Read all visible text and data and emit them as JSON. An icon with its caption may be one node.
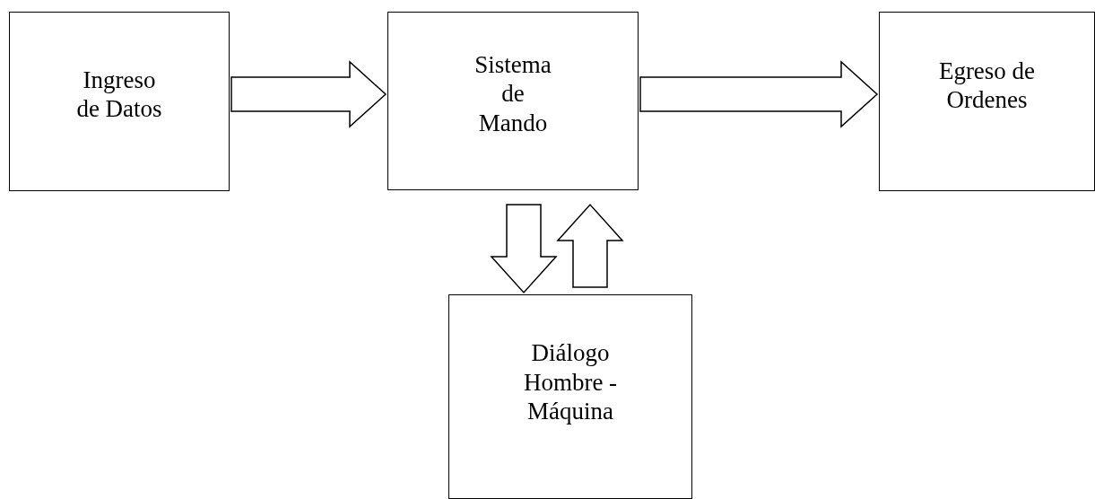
{
  "diagram": {
    "nodes": [
      {
        "text": [
          "Ingreso de Datos"
        ]
      },
      {
        "text": [
          "Sistema de Mando"
        ]
      },
      {
        "text": [
          "Egreso de Ordenes"
        ]
      },
      {
        "text": [
          "Diálogo Hombre - Máquina"
        ]
      }
    ],
    "edges": [
      {
        "from": 0,
        "to": 1,
        "arrow": "to"
      },
      {
        "from": 1,
        "to": 2,
        "arrow": "to"
      },
      {
        "from": 1,
        "to": 3,
        "arrow": "to"
      },
      {
        "from": 3,
        "to": 1,
        "arrow": "to"
      }
    ]
  }
}
